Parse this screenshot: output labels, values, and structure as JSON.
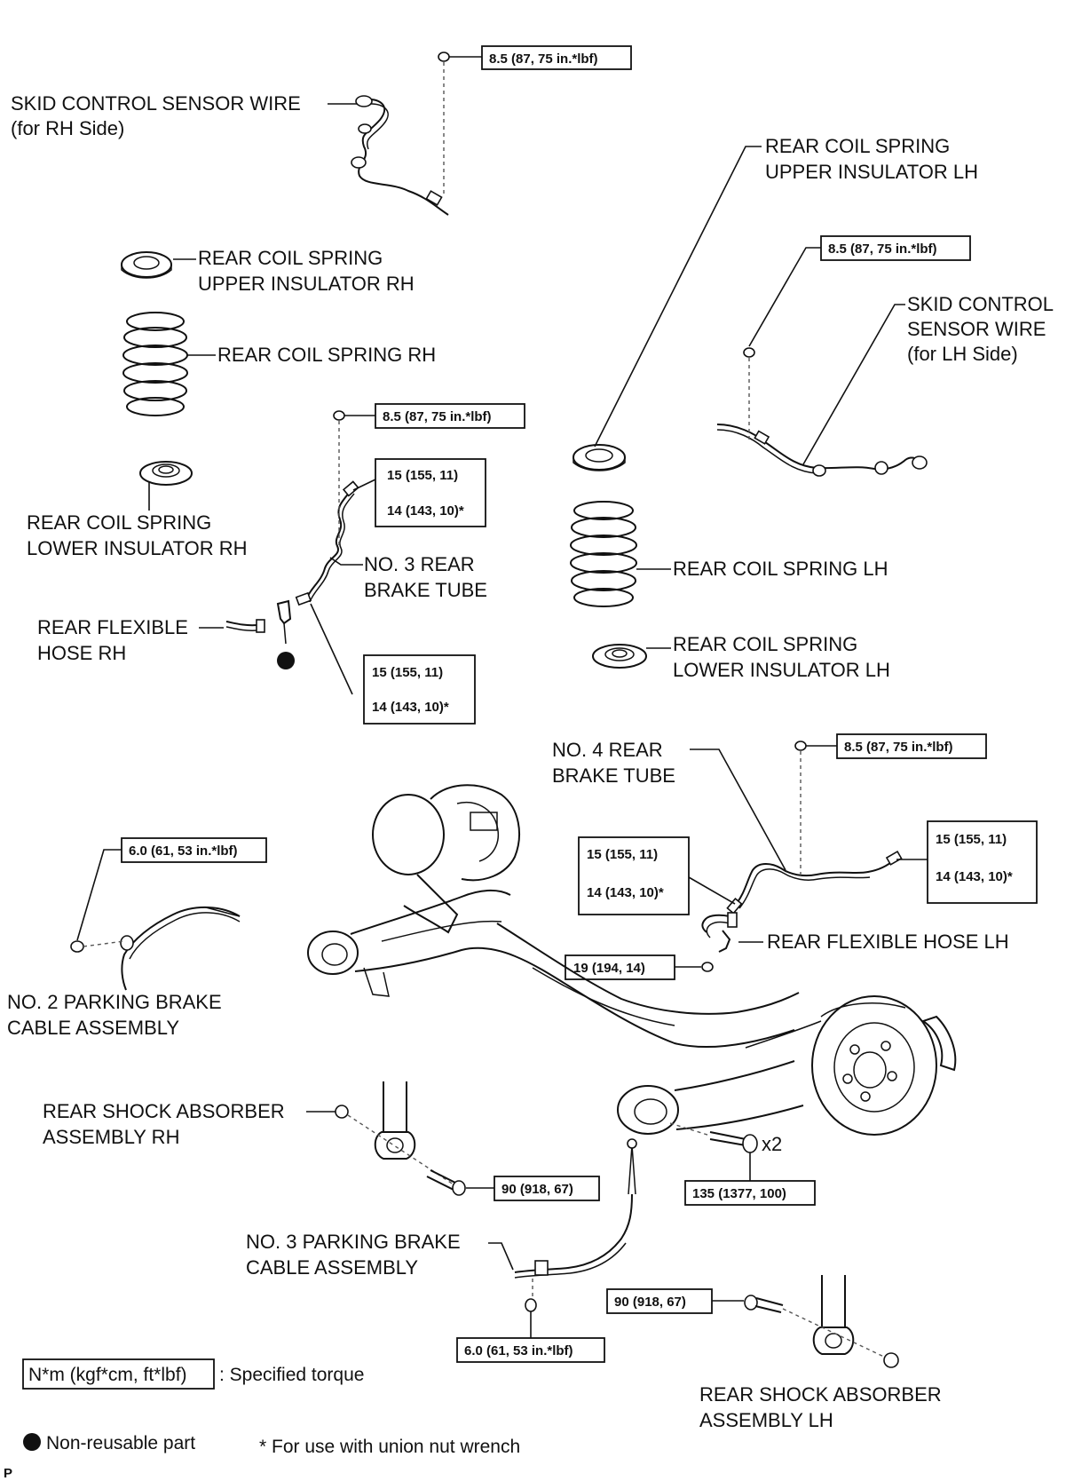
{
  "labels": {
    "skid_rh_1": "SKID CONTROL SENSOR WIRE",
    "skid_rh_2": "(for RH Side)",
    "upper_ins_rh_1": "REAR COIL SPRING",
    "upper_ins_rh_2": "UPPER INSULATOR RH",
    "spring_rh": "REAR COIL SPRING RH",
    "lower_ins_rh_1": "REAR COIL SPRING",
    "lower_ins_rh_2": "LOWER INSULATOR RH",
    "brake_tube3_1": "NO. 3 REAR",
    "brake_tube3_2": "BRAKE TUBE",
    "flex_hose_rh_1": "REAR FLEXIBLE",
    "flex_hose_rh_2": "HOSE RH",
    "upper_ins_lh_1": "REAR COIL SPRING",
    "upper_ins_lh_2": "UPPER INSULATOR LH",
    "skid_lh_1": "SKID CONTROL",
    "skid_lh_2": "SENSOR WIRE",
    "skid_lh_3": "(for LH Side)",
    "spring_lh": "REAR COIL SPRING LH",
    "lower_ins_lh_1": "REAR COIL SPRING",
    "lower_ins_lh_2": "LOWER INSULATOR LH",
    "brake_tube4_1": "NO. 4 REAR",
    "brake_tube4_2": "BRAKE TUBE",
    "flex_hose_lh": "REAR FLEXIBLE HOSE LH",
    "pbrake2_1": "NO. 2 PARKING BRAKE",
    "pbrake2_2": "CABLE ASSEMBLY",
    "shock_rh_1": "REAR SHOCK ABSORBER",
    "shock_rh_2": "ASSEMBLY RH",
    "pbrake3_1": "NO. 3 PARKING BRAKE",
    "pbrake3_2": "CABLE ASSEMBLY",
    "shock_lh_1": "REAR SHOCK ABSORBER",
    "shock_lh_2": "ASSEMBLY LH",
    "x2": "x2"
  },
  "torques": {
    "t_skid_rh": "8.5 (87, 75 in.*lbf)",
    "t_skid_lh": "8.5 (87, 75 in.*lbf)",
    "t_tube3_clamp": "8.5 (87, 75 in.*lbf)",
    "t_tube3_upper_a": "15 (155, 11)",
    "t_tube3_upper_b": "14 (143, 10)*",
    "t_tube3_lower_a": "15 (155, 11)",
    "t_tube3_lower_b": "14 (143, 10)*",
    "t_tube4_clamp": "8.5 (87, 75 in.*lbf)",
    "t_tube4_left_a": "15 (155, 11)",
    "t_tube4_left_b": "14 (143, 10)*",
    "t_tube4_right_a": "15 (155, 11)",
    "t_tube4_right_b": "14 (143, 10)*",
    "t_hose_lh": "19 (194, 14)",
    "t_pbrake2": "6.0 (61, 53 in.*lbf)",
    "t_shock_rh": "90 (918, 67)",
    "t_axle": "135 (1377, 100)",
    "t_pbrake3": "6.0 (61, 53 in.*lbf)",
    "t_shock_lh": "90 (918, 67)"
  },
  "legend": {
    "torque_unit": "N*m (kgf*cm, ft*lbf)",
    "torque_desc": ": Specified torque",
    "nonreusable": "Non-reusable part",
    "union_note": "* For use with union nut wrench",
    "corner_mark": "P"
  }
}
